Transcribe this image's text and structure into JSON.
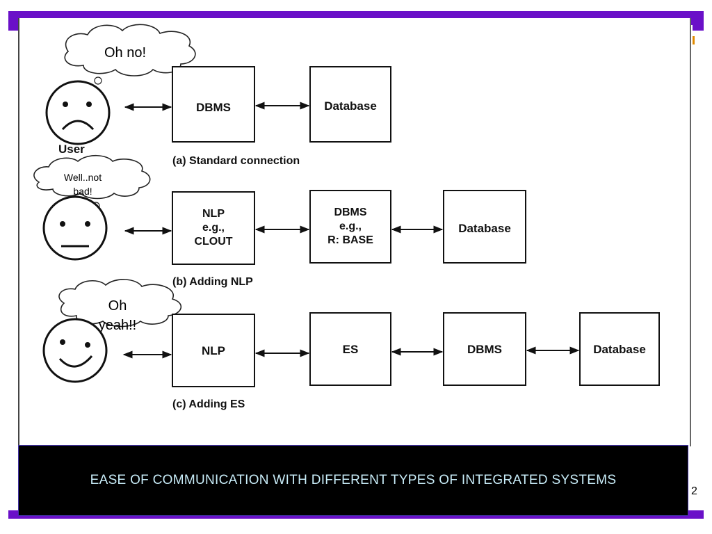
{
  "colors": {
    "frame_accent": "#6a10c8",
    "caption_background": "#000000",
    "caption_text": "#c8ecf8"
  },
  "bubbles": {
    "a": "Oh no!",
    "b_line1": "Well..not",
    "b_line2": "bad!",
    "c_line1": "Oh",
    "c_line2": "yeah!!"
  },
  "diagram": {
    "user_label": "User",
    "row_a": {
      "boxes": [
        "DBMS",
        "Database"
      ],
      "caption": "(a) Standard connection"
    },
    "row_b": {
      "box1": [
        "NLP",
        "e.g.,",
        "CLOUT"
      ],
      "box2": [
        "DBMS",
        "e.g.,",
        "R: BASE"
      ],
      "box3": "Database",
      "caption": "(b) Adding NLP"
    },
    "row_c": {
      "boxes": [
        "NLP",
        "ES",
        "DBMS",
        "Database"
      ],
      "caption": "(c) Adding ES"
    }
  },
  "caption": "EASE OF COMMUNICATION WITH DIFFERENT TYPES OF INTEGRATED SYSTEMS",
  "slide_number": "2"
}
